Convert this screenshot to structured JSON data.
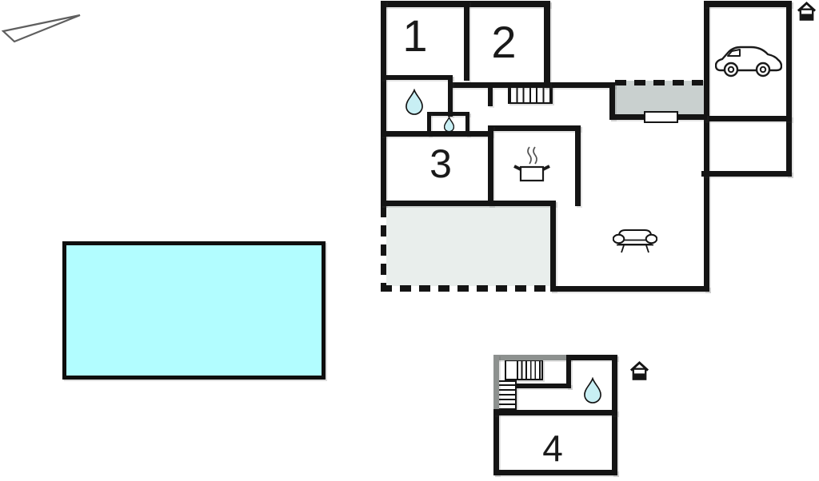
{
  "floor_plan": {
    "room_labels": {
      "room1": "1",
      "room2": "2",
      "room3": "3",
      "room4": "4"
    },
    "icons": {
      "north_arrow": "north-arrow",
      "main_building_level": "house-level-icon",
      "annex_level": "house-level-icon",
      "bathroom_main": "water-drop",
      "wc_main": "water-drop",
      "bathroom_annex": "water-drop",
      "kitchen": "cooking-pot",
      "living_room": "sofa",
      "garage": "car",
      "stairs_main": "stairs",
      "stairs_annex": "stairs",
      "entrance": "door",
      "pool": "swimming-pool"
    },
    "colors": {
      "wall": "#141414",
      "annex_gray_wall": "#8d918f",
      "pool_fill": "#b2fdff",
      "terrace_fill": "#e9eeec",
      "porch_fill": "#c9d0cf",
      "water_drop_fill": "#c8eff4",
      "north_arrow_stroke": "#5f5f5f"
    }
  }
}
